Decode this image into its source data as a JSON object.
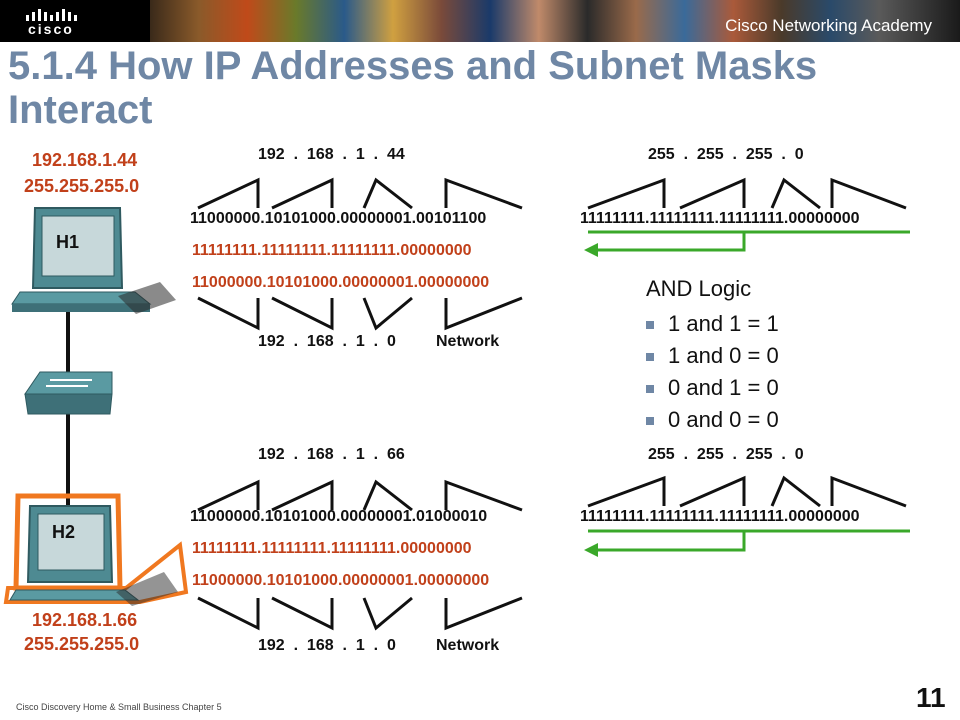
{
  "header": {
    "brand": "cisco",
    "academy": "Cisco Networking Academy"
  },
  "title": "5.1.4 How IP Addresses and Subnet Masks Interact",
  "h1": {
    "label": "H1",
    "ip": "192.168.1.44",
    "mask": "255.255.255.0",
    "ip_dotted": "192  .  168  .  1  .  44",
    "ip_binary": "11000000.10101000.00000001.00101100",
    "mask_binary": "11111111.11111111.11111111.00000000",
    "result_binary": "11000000.10101000.00000001.00000000",
    "network_dotted": "192  .  168  .  1  .  0",
    "network_label": "Network",
    "mask_dotted": "255  .  255  .  255  .  0",
    "mask_binary_right": "11111111.11111111.11111111.00000000"
  },
  "h2": {
    "label": "H2",
    "ip": "192.168.1.66",
    "mask": "255.255.255.0",
    "ip_dotted": "192  .  168  .  1  .  66",
    "ip_binary": "11000000.10101000.00000001.01000010",
    "mask_binary": "11111111.11111111.11111111.00000000",
    "result_binary": "11000000.10101000.00000001.00000000",
    "network_dotted": "192  .  168  .  1  .  0",
    "network_label": "Network",
    "mask_dotted": "255  .  255  .  255  .  0",
    "mask_binary_right": "11111111.11111111.11111111.00000000"
  },
  "and_logic": {
    "title": "AND Logic",
    "items": [
      "1 and 1 = 1",
      "1 and 0 = 0",
      "0 and 1 = 0",
      "0 and 0 = 0"
    ]
  },
  "footer": "Cisco Discovery Home & Small Business Chapter 5",
  "page_number": "11",
  "colors": {
    "title": "#6f87a5",
    "red": "#c1401a",
    "green": "#3aa82a",
    "highlight": "#f07820",
    "computer": "#4e8a92"
  }
}
